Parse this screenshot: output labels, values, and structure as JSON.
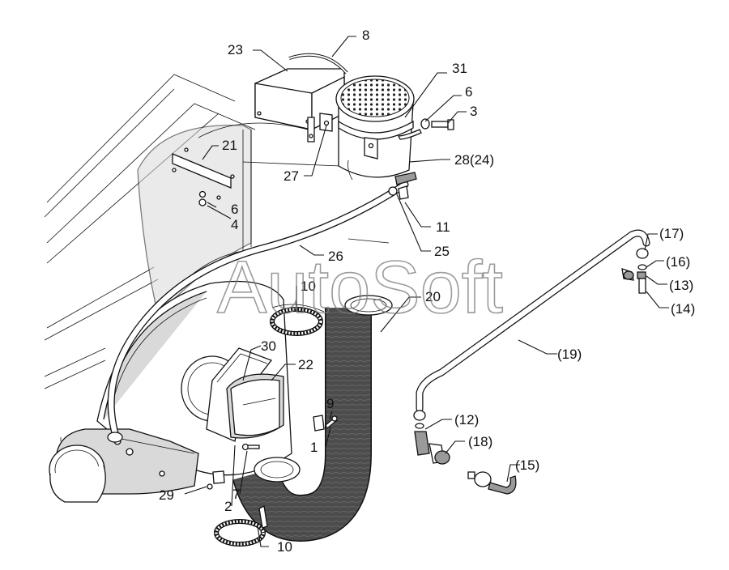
{
  "watermark": "AutoSoft",
  "labels": {
    "l1": "1",
    "l2": "2",
    "l3": "3",
    "l4": "4",
    "l6a": "6",
    "l6b": "6",
    "l7": "7",
    "l8": "8",
    "l9": "9",
    "l10a": "10",
    "l10b": "10",
    "l11": "11",
    "l12": "(12)",
    "l13": "(13)",
    "l14": "(14)",
    "l15": "(15)",
    "l16": "(16)",
    "l17": "(17)",
    "l18": "(18)",
    "l19": "(19)",
    "l20": "20",
    "l21": "21",
    "l22": "22",
    "l23": "23",
    "l25": "25",
    "l26": "26",
    "l27": "27",
    "l28": "28(24)",
    "l29": "29",
    "l30": "30",
    "l31": "31"
  }
}
